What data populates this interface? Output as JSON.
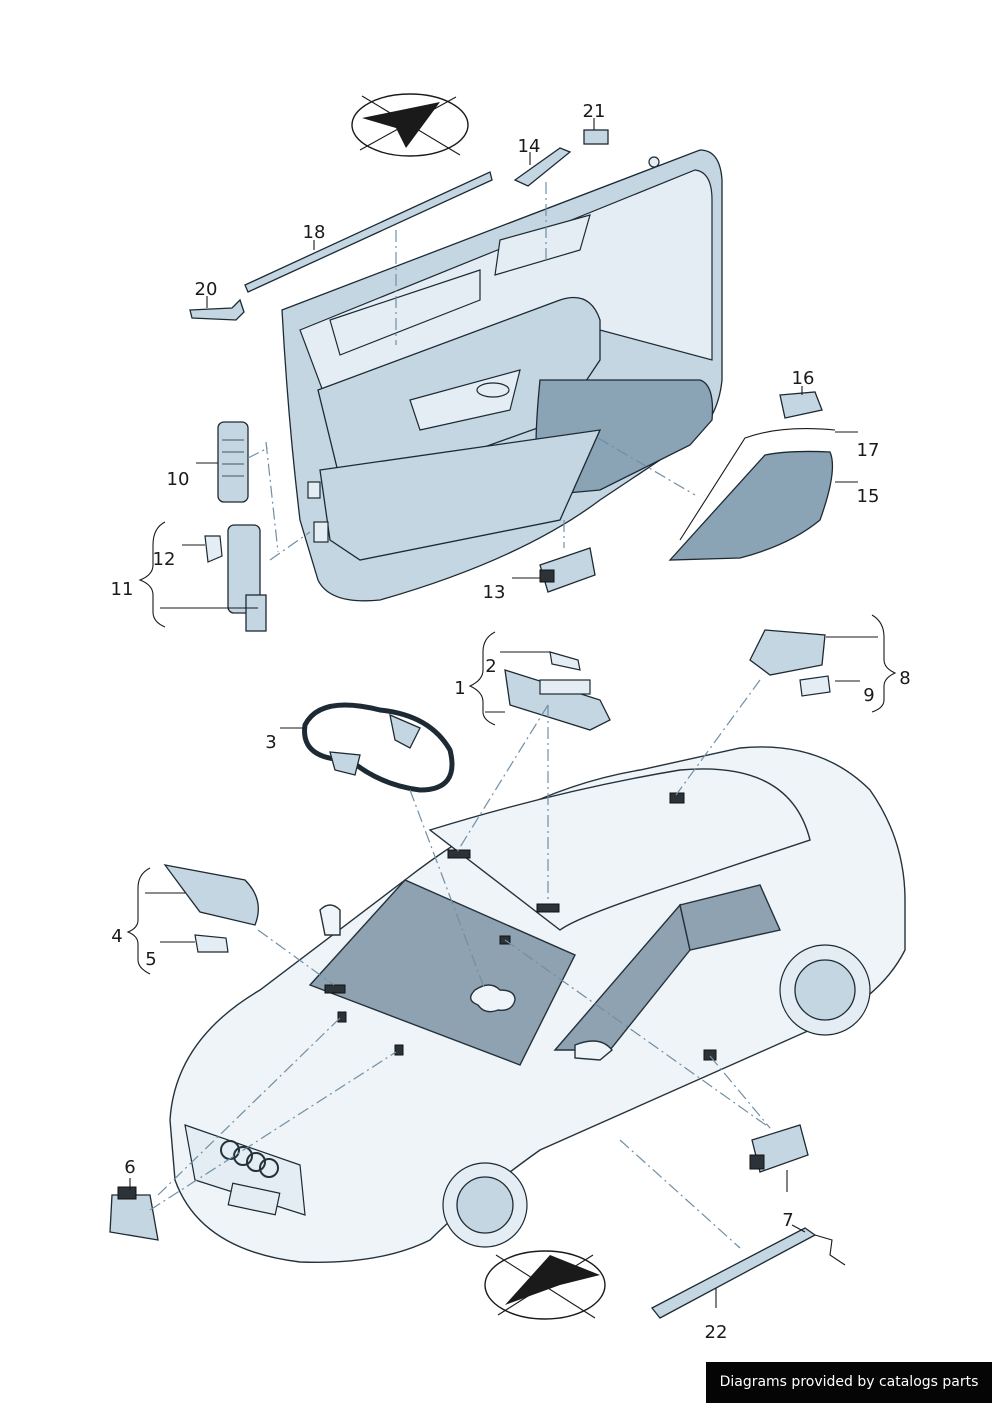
{
  "callouts": [
    "1",
    "2",
    "3",
    "4",
    "5",
    "6",
    "7",
    "8",
    "9",
    "10",
    "11",
    "12",
    "13",
    "14",
    "15",
    "16",
    "17",
    "18",
    "20",
    "21",
    "22"
  ],
  "footer": {
    "text": "Diagrams provided by catalogs parts"
  }
}
